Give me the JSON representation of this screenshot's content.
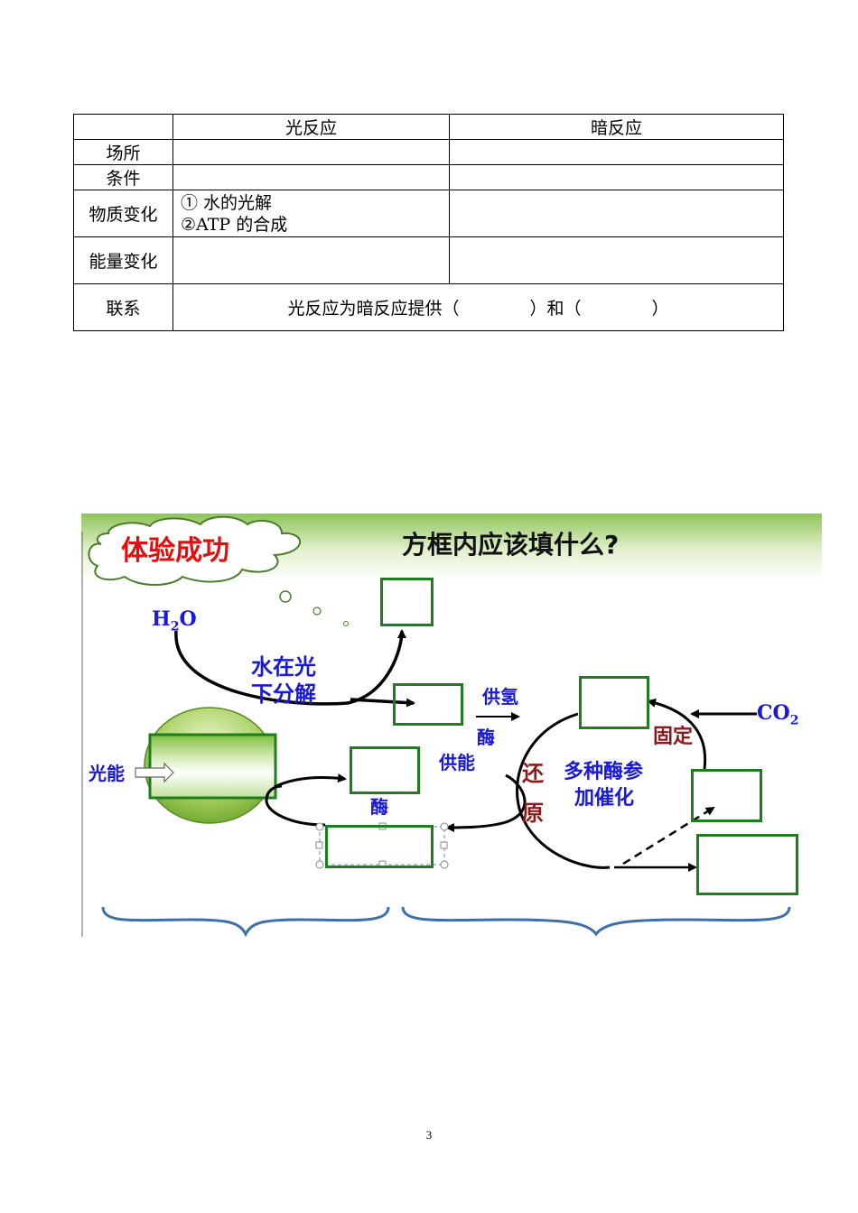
{
  "table": {
    "headers": [
      "",
      "光反应",
      "暗反应"
    ],
    "rows": {
      "site": {
        "label": "场所",
        "light": "",
        "dark": ""
      },
      "condition": {
        "label": "条件",
        "light": "",
        "dark": ""
      },
      "material": {
        "label": "物质变化",
        "light_line1": "① 水的光解",
        "light_line2": "②ATP 的合成",
        "dark": ""
      },
      "energy": {
        "label": "能量变化",
        "light": "",
        "dark": ""
      },
      "link": {
        "label": "联系",
        "text_a": "光反应为暗反应提供（",
        "text_b": "）和（",
        "text_c": "）"
      }
    }
  },
  "diagram": {
    "cloud_text": "体验成功",
    "question": "方框内应该填什么?",
    "h2o_main": "H",
    "h2o_sub": "2",
    "h2o_tail": "O",
    "water_split_1": "水在光",
    "water_split_2": "下分解",
    "light_energy": "光能",
    "supply_h": "供氢",
    "enzyme": "酶",
    "supply_energy": "供能",
    "enzyme2": "酶",
    "reduction_1": "还",
    "reduction_2": "原",
    "many_enzymes_1": "多种酶参",
    "many_enzymes_2": "加催化",
    "fixation": "固定",
    "co2_main": "CO",
    "co2_sub": "2",
    "colors": {
      "title_bar": "#a8d078",
      "box_border": "#1e7d1e",
      "blue_text": "#1a1ad6",
      "dark_red_text": "#8b1a1a",
      "cloud_text": "#e01010",
      "brace": "#3d6fa8"
    }
  },
  "page_number": "3"
}
